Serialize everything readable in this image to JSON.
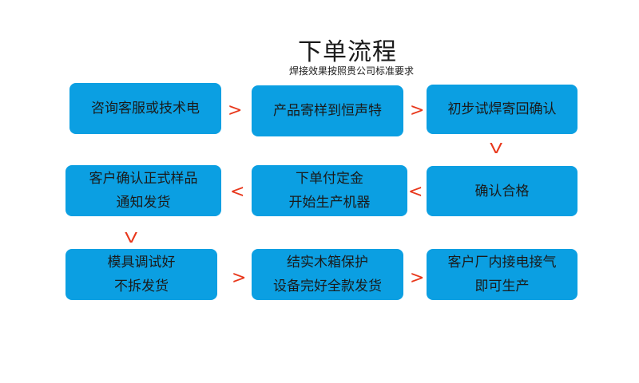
{
  "title": "下单流程",
  "subtitle": "焊接效果按照贵公司标准要求",
  "steps": [
    {
      "lines": [
        "咨询客服或技术电"
      ]
    },
    {
      "lines": [
        "产品寄样到恒声特"
      ]
    },
    {
      "lines": [
        "初步试焊寄回确认"
      ]
    },
    {
      "lines": [
        "确认合格"
      ]
    },
    {
      "lines": [
        "下单付定金",
        "开始生产机器"
      ]
    },
    {
      "lines": [
        "客户确认正式样品",
        "通知发货"
      ]
    },
    {
      "lines": [
        "模具调试好",
        "不拆发货"
      ]
    },
    {
      "lines": [
        "结实木箱保护",
        "设备完好全款发货"
      ]
    },
    {
      "lines": [
        "客户厂内接电接气",
        "即可生产"
      ]
    }
  ],
  "arrows": {
    "right": ">",
    "left": "<",
    "down": "V"
  },
  "colors": {
    "box": "#0b9fe2",
    "arrow": "#e8371b",
    "text": "#1a1a1a"
  }
}
